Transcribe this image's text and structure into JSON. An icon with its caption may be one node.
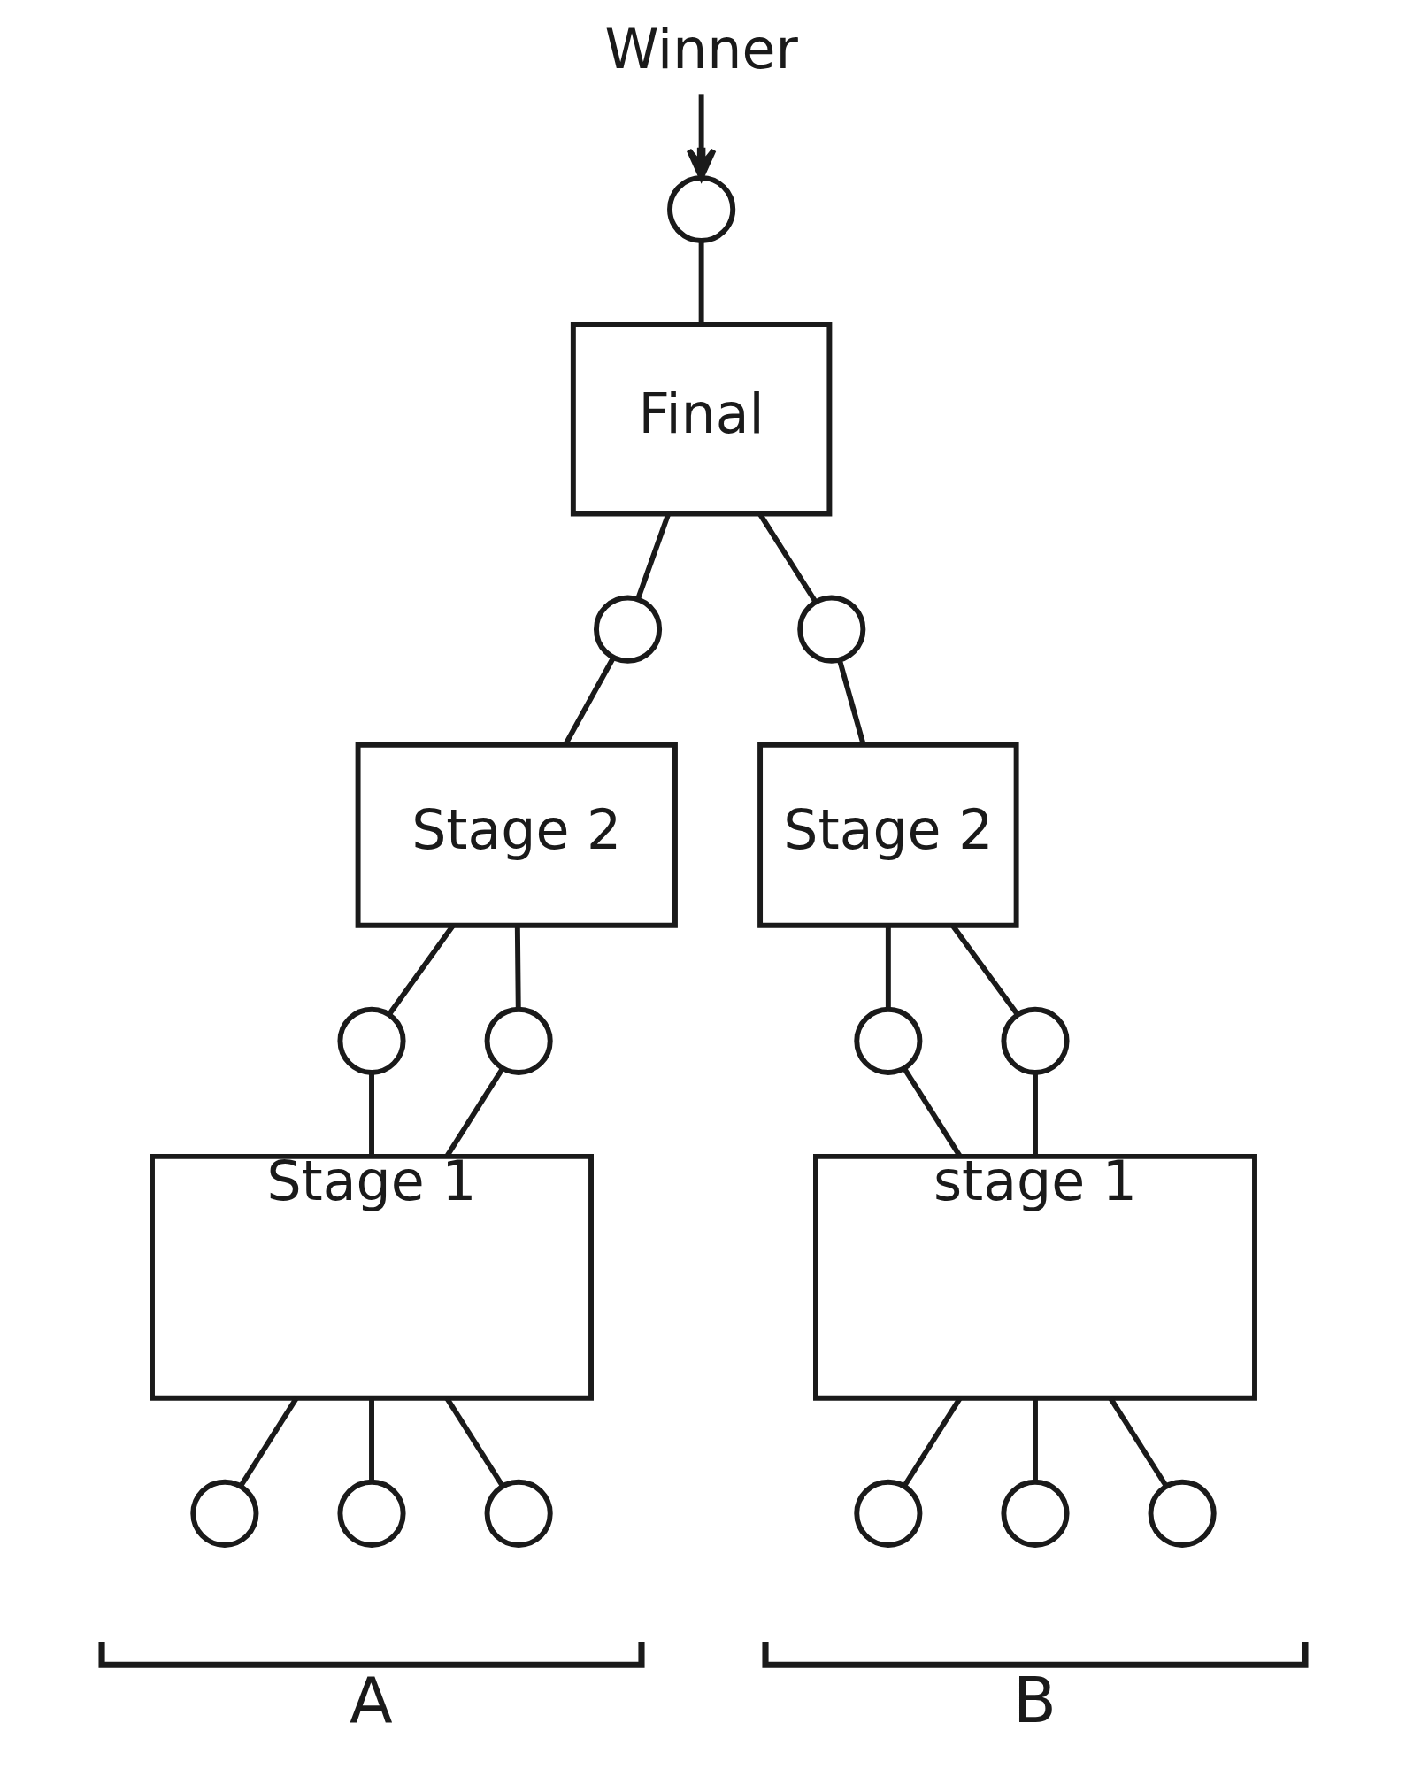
{
  "diagram": {
    "nodes": [
      {
        "text": [
          "Winner"
        ]
      },
      {
        "text": [],
        "shape": "circle"
      },
      {
        "text": [
          "Final"
        ]
      },
      {
        "text": [],
        "shape": "circle"
      },
      {
        "text": [],
        "shape": "circle"
      },
      {
        "text": [
          "Stage 2"
        ]
      },
      {
        "text": [
          "Stage 2"
        ]
      },
      {
        "text": [],
        "shape": "circle"
      },
      {
        "text": [],
        "shape": "circle"
      },
      {
        "text": [],
        "shape": "circle"
      },
      {
        "text": [],
        "shape": "circle"
      },
      {
        "text": [
          "Stage 1"
        ]
      },
      {
        "text": [
          "stage 1"
        ]
      },
      {
        "text": [],
        "shape": "circle"
      },
      {
        "text": [],
        "shape": "circle"
      },
      {
        "text": [],
        "shape": "circle"
      },
      {
        "text": [],
        "shape": "circle"
      },
      {
        "text": [],
        "shape": "circle"
      },
      {
        "text": [],
        "shape": "circle"
      }
    ],
    "edges": [
      {
        "from": 0,
        "to": 1,
        "arrow": "to"
      },
      {
        "from": 1,
        "to": 2,
        "arrow": "none"
      },
      {
        "from": 2,
        "to": 3,
        "arrow": "none"
      },
      {
        "from": 2,
        "to": 4,
        "arrow": "none"
      },
      {
        "from": 3,
        "to": 5,
        "arrow": "none"
      },
      {
        "from": 4,
        "to": 6,
        "arrow": "none"
      },
      {
        "from": 5,
        "to": 7,
        "arrow": "none"
      },
      {
        "from": 5,
        "to": 8,
        "arrow": "none"
      },
      {
        "from": 6,
        "to": 9,
        "arrow": "none"
      },
      {
        "from": 6,
        "to": 10,
        "arrow": "none"
      },
      {
        "from": 7,
        "to": 11,
        "arrow": "none"
      },
      {
        "from": 8,
        "to": 11,
        "arrow": "none"
      },
      {
        "from": 9,
        "to": 12,
        "arrow": "none"
      },
      {
        "from": 10,
        "to": 12,
        "arrow": "none"
      },
      {
        "from": 11,
        "to": 13,
        "arrow": "none"
      },
      {
        "from": 11,
        "to": 14,
        "arrow": "none"
      },
      {
        "from": 11,
        "to": 15,
        "arrow": "none"
      },
      {
        "from": 12,
        "to": 16,
        "arrow": "none"
      },
      {
        "from": 12,
        "to": 17,
        "arrow": "none"
      },
      {
        "from": 12,
        "to": 18,
        "arrow": "none"
      }
    ],
    "labels": [
      "A",
      "B"
    ]
  }
}
